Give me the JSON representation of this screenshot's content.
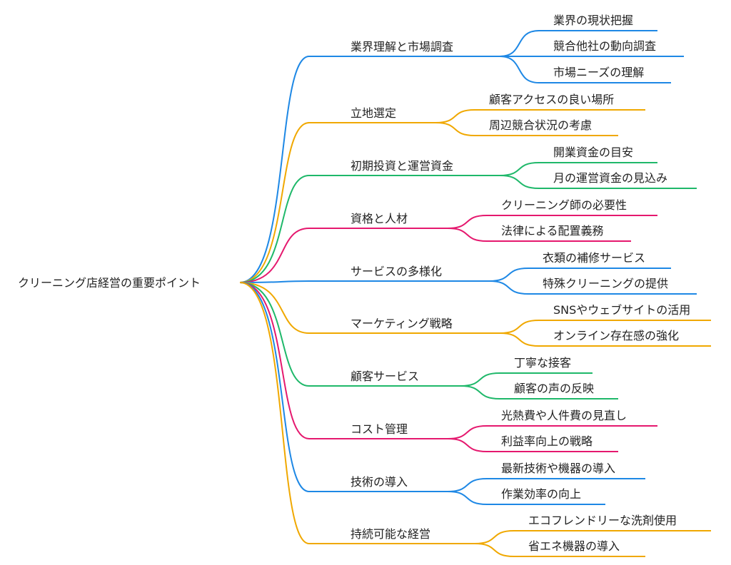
{
  "root": {
    "label": "クリーニング店経営の重要ポイント"
  },
  "branches": [
    {
      "label": "業界理解と市場調査",
      "color": "#1e88e5",
      "children": [
        "業界の現状把握",
        "競合他社の動向調査",
        "市場ニーズの理解"
      ]
    },
    {
      "label": "立地選定",
      "color": "#f0a800",
      "children": [
        "顧客アクセスの良い場所",
        "周辺競合状況の考慮"
      ]
    },
    {
      "label": "初期投資と運営資金",
      "color": "#1fb86a",
      "children": [
        "開業資金の目安",
        "月の運営資金の見込み"
      ]
    },
    {
      "label": "資格と人材",
      "color": "#e5186e",
      "children": [
        "クリーニング師の必要性",
        "法律による配置義務"
      ]
    },
    {
      "label": "サービスの多様化",
      "color": "#1e88e5",
      "children": [
        "衣類の補修サービス",
        "特殊クリーニングの提供"
      ]
    },
    {
      "label": "マーケティング戦略",
      "color": "#f0a800",
      "children": [
        "SNSやウェブサイトの活用",
        "オンライン存在感の強化"
      ]
    },
    {
      "label": "顧客サービス",
      "color": "#1fb86a",
      "children": [
        "丁寧な接客",
        "顧客の声の反映"
      ]
    },
    {
      "label": "コスト管理",
      "color": "#e5186e",
      "children": [
        "光熱費や人件費の見直し",
        "利益率向上の戦略"
      ]
    },
    {
      "label": "技術の導入",
      "color": "#1e88e5",
      "children": [
        "最新技術や機器の導入",
        "作業効率の向上"
      ]
    },
    {
      "label": "持続可能な経営",
      "color": "#f0a800",
      "children": [
        "エコフレンドリーな洗剤使用",
        "省エネ機器の導入"
      ]
    }
  ]
}
